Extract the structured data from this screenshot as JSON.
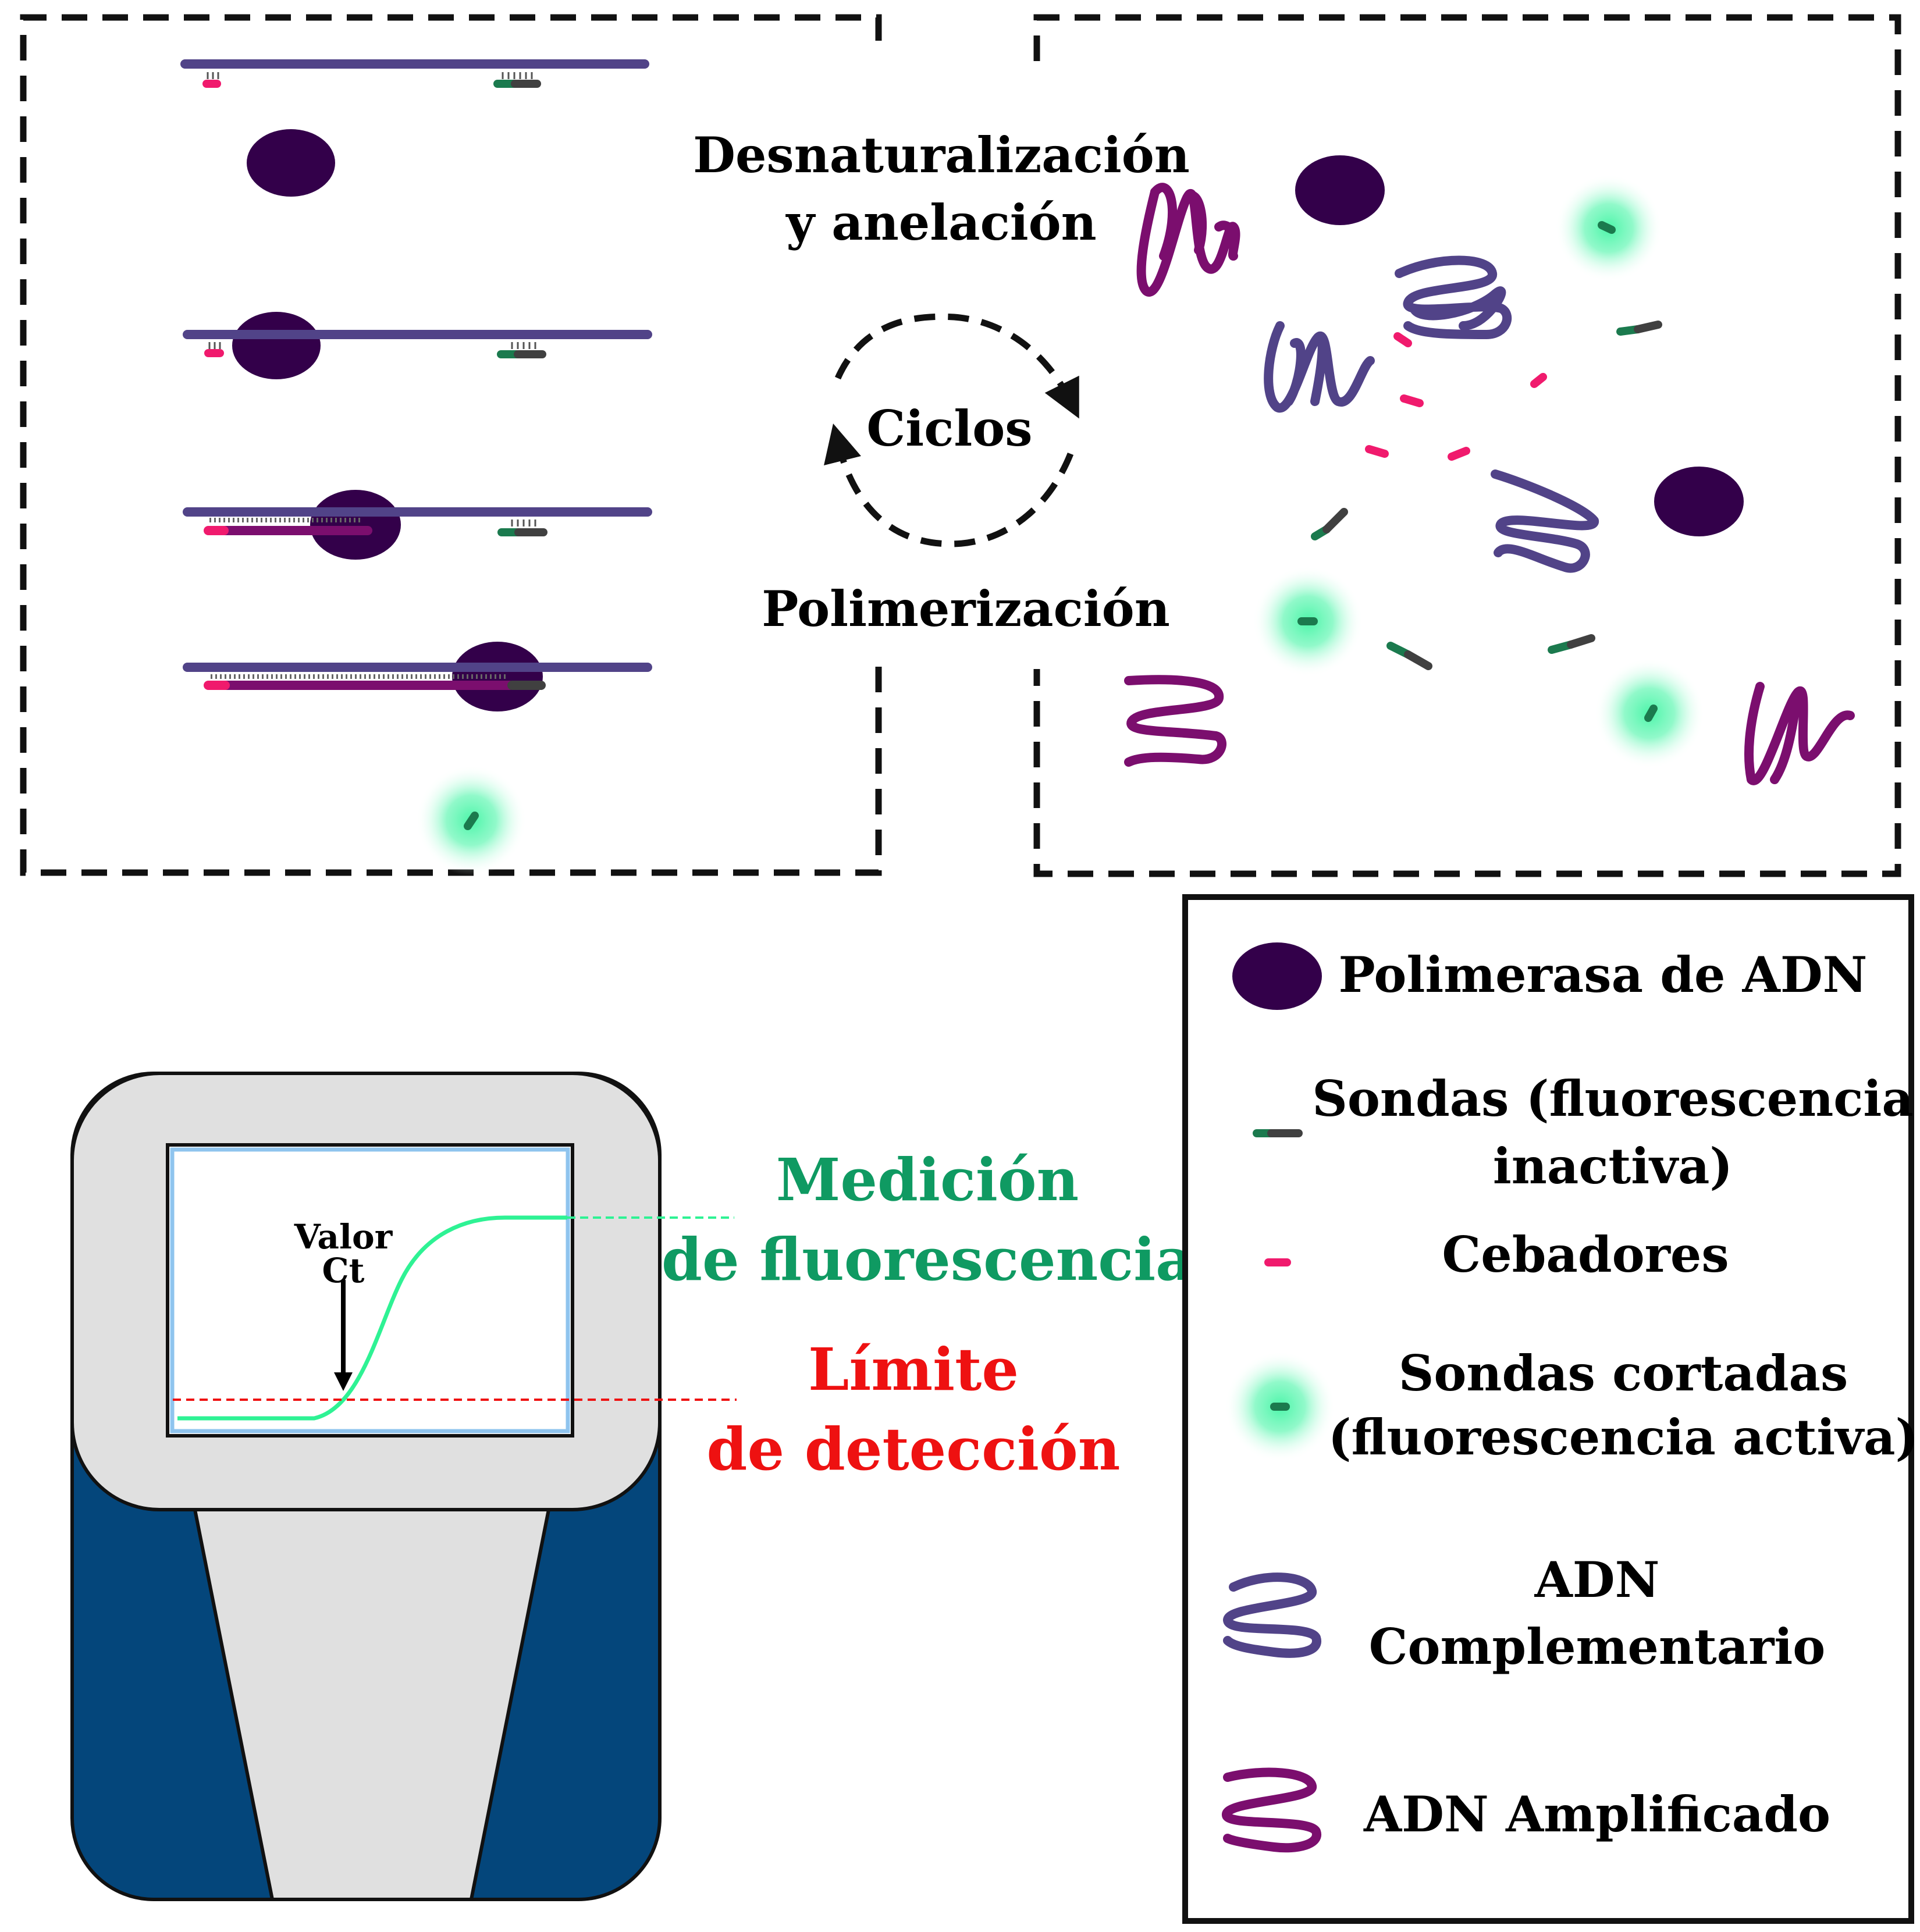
{
  "cycle": {
    "top_label_line1": "Desnaturalización",
    "top_label_line2": "y anelación",
    "center_label": "Ciclos",
    "bottom_label": "Polimerización"
  },
  "device": {
    "ct_label_line1": "Valor",
    "ct_label_line2": "Ct",
    "fluor_label_line1": "Medición",
    "fluor_label_line2": "de fluorescencia",
    "limit_label_line1": "Límite",
    "limit_label_line2": "de detección"
  },
  "legend": {
    "items": [
      {
        "label_lines": [
          "Polimerasa de ADN"
        ],
        "icon": "polymerase-icon"
      },
      {
        "label_lines": [
          "Sondas (fluorescencia",
          "inactiva)"
        ],
        "icon": "probe-inactive-icon"
      },
      {
        "label_lines": [
          "Cebadores"
        ],
        "icon": "primer-icon"
      },
      {
        "label_lines": [
          "Sondas cortadas",
          "(fluorescencia activa)"
        ],
        "icon": "probe-active-icon"
      },
      {
        "label_lines": [
          "ADN",
          "Complementario"
        ],
        "icon": "complementary-dna-icon"
      },
      {
        "label_lines": [
          "ADN Amplificado"
        ],
        "icon": "amplified-dna-icon"
      }
    ]
  },
  "colors": {
    "polymerase": "#33004a",
    "dna_strand": "#514388",
    "amplified_dna": "#7b0e6e",
    "primer": "#f01a6d",
    "probe_dark": "#404040",
    "probe_green": "#1b7a4e",
    "glow": "#4cf5a9",
    "fluor_text": "#0f9a62",
    "limit_text": "#ee1111",
    "device_blue": "#04467b",
    "device_gray": "#e0e0e0",
    "screen_border": "#8fc4ee"
  }
}
